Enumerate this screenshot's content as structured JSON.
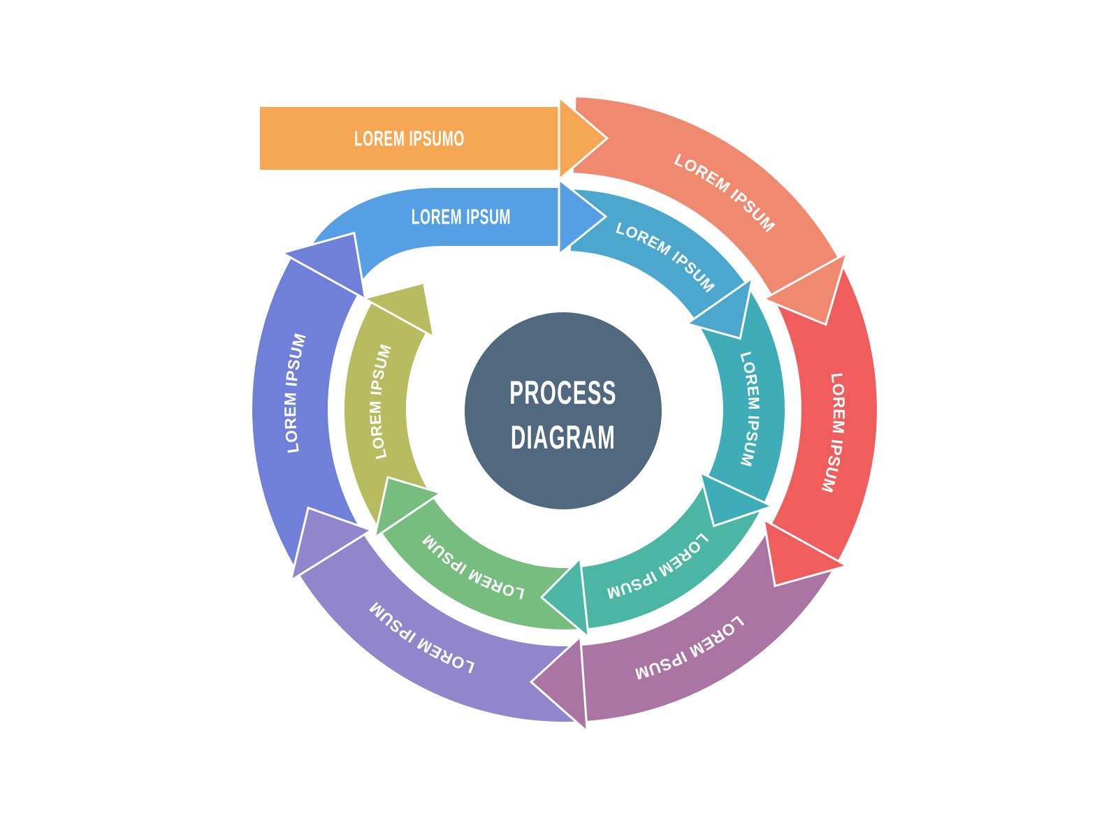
{
  "diagram": {
    "background": "#FFFFFF",
    "center": {
      "title_line1": "PROCESS",
      "title_line2": "DIAGRAM",
      "color": "#51697F",
      "text_color": "#FFFFFF"
    },
    "start_bars": [
      {
        "ring": "outer",
        "label": "LOREM IPSUMO",
        "color": "#F6A754"
      },
      {
        "ring": "inner",
        "label": "LOREM IPSUM",
        "color": "#55A0E4"
      }
    ],
    "outer_ring": [
      {
        "name": "salmon",
        "label": "LOREM IPSUM",
        "color": "#EF8970"
      },
      {
        "name": "red",
        "label": "LOREM IPSUM",
        "color": "#F05D5D"
      },
      {
        "name": "mauve",
        "label": "LOREM IPSUM",
        "color": "#AA74A3"
      },
      {
        "name": "violet",
        "label": "LOREM IPSUM",
        "color": "#9186CB"
      },
      {
        "name": "periwinkle",
        "label": "LOREM IPSUM",
        "color": "#7080D8"
      }
    ],
    "inner_ring": [
      {
        "name": "steel-blue",
        "label": "LOREM IPSUM",
        "color": "#4BA7CD"
      },
      {
        "name": "teal",
        "label": "LOREM IPSUM",
        "color": "#3FADB7"
      },
      {
        "name": "teal-green",
        "label": "LOREM IPSUM",
        "color": "#4CB6A5"
      },
      {
        "name": "green",
        "label": "LOREM IPSUM",
        "color": "#76BD7F"
      },
      {
        "name": "olive",
        "label": "LOREM IPSUM",
        "color": "#B7BC61"
      }
    ]
  }
}
